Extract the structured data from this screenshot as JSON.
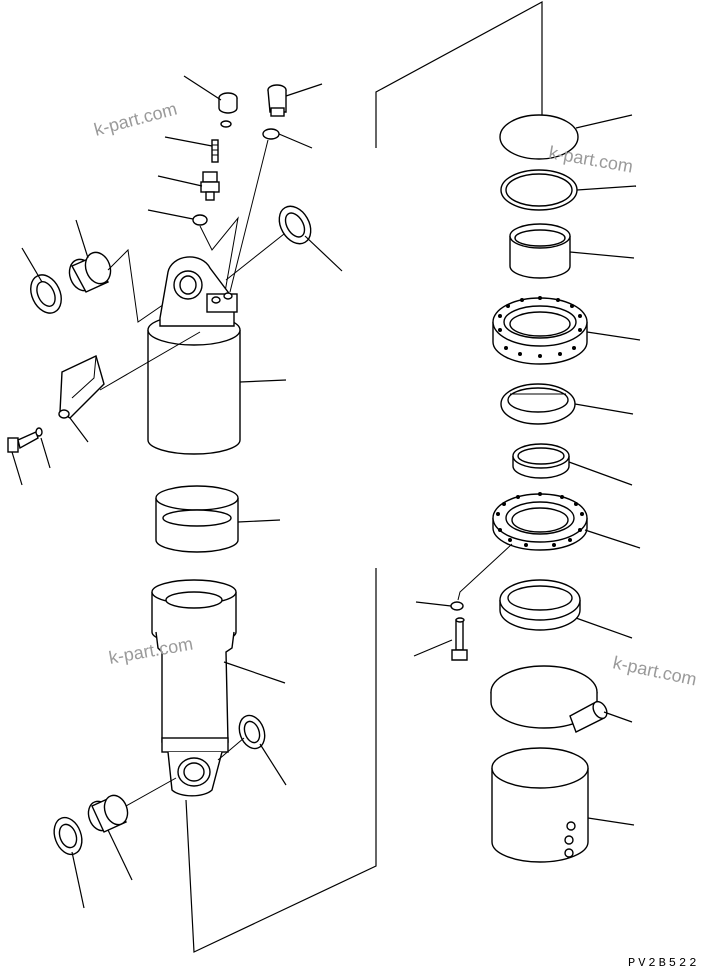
{
  "diagram": {
    "watermarks": [
      "k-part.com",
      "k-part.com",
      "k-part.com",
      "k-part.com"
    ],
    "drawing_code": "PV2B522"
  }
}
